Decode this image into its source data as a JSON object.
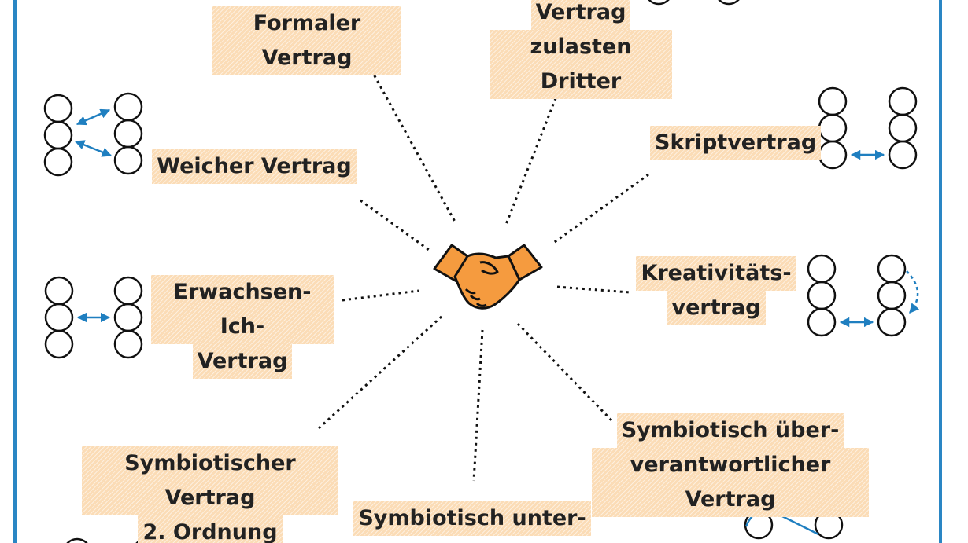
{
  "center": {
    "icon": "handshake-icon"
  },
  "labels": [
    {
      "id": "formal",
      "lines": [
        "Formaler Vertrag"
      ]
    },
    {
      "id": "dritter",
      "lines": [
        "Vertrag",
        "zulasten Dritter"
      ]
    },
    {
      "id": "weich",
      "lines": [
        "Weicher Vertrag"
      ]
    },
    {
      "id": "skript",
      "lines": [
        "Skriptvertrag"
      ]
    },
    {
      "id": "erwachsen",
      "lines": [
        "Erwachsen-Ich-",
        "Vertrag"
      ]
    },
    {
      "id": "kreativ",
      "lines": [
        "Kreativitäts-",
        "vertrag"
      ]
    },
    {
      "id": "symb2",
      "lines": [
        "Symbiotischer Vertrag",
        "2. Ordnung"
      ]
    },
    {
      "id": "ueber",
      "lines": [
        "Symbiotisch über-",
        "verantwortlicher Vertrag"
      ]
    },
    {
      "id": "unter",
      "lines": [
        "Symbiotisch unter-"
      ]
    }
  ],
  "colors": {
    "frame": "#2a86c4",
    "arrow": "#1f7fc0",
    "highlight": "#fbdcb6",
    "handshake": "#f59b3f",
    "ink": "#111111"
  }
}
